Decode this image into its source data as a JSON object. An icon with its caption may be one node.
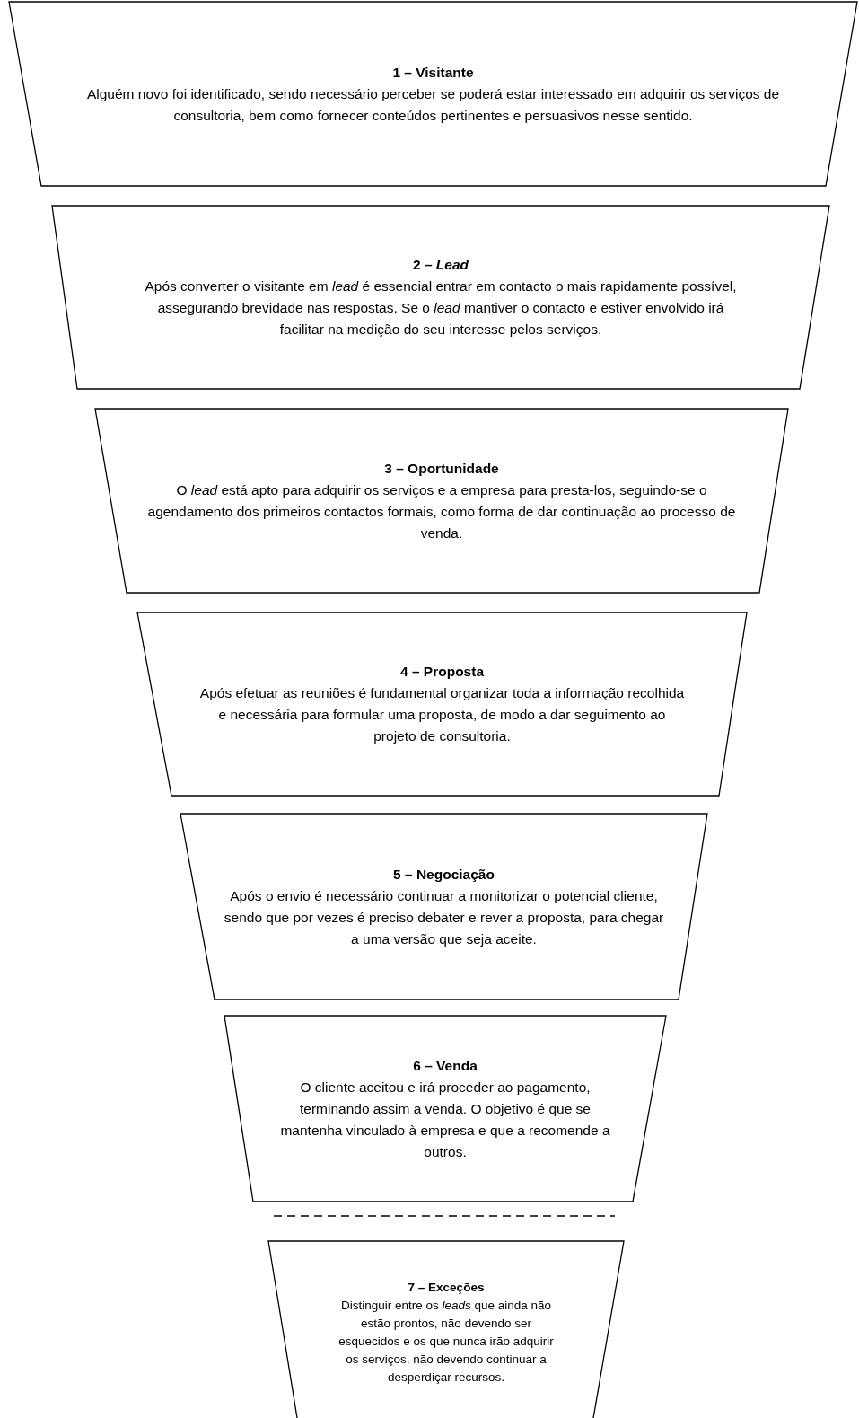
{
  "diagram": {
    "nodes": [
      {
        "text": [
          "1 – Visitante",
          "Alguém novo foi identificado, sendo necessário perceber se poderá estar interessado em adquirir os serviços de consultoria, bem como fornecer conteúdos pertinentes e persuasivos nesse sentido."
        ]
      },
      {
        "text": [
          "2 – *Lead*",
          "Após converter o visitante em *lead* é essencial entrar em contacto o mais rapidamente possível, assegurando brevidade nas respostas. Se o *lead* mantiver o contacto e estiver envolvido irá facilitar na medição do seu interesse pelos serviços."
        ]
      },
      {
        "text": [
          "3 – Oportunidade",
          "O *lead* está apto para adquirir os serviços e a empresa para presta-los, seguindo-se o agendamento dos primeiros contactos formais, como forma de dar continuação ao processo de venda."
        ]
      },
      {
        "text": [
          "4 – Proposta",
          "Após efetuar as reuniões é fundamental organizar toda a informação recolhida e necessária para formular uma proposta, de modo a dar seguimento ao projeto de consultoria."
        ]
      },
      {
        "text": [
          "5 – Negociação",
          "Após o envio é necessário continuar a monitorizar o potencial cliente, sendo que por vezes é preciso debater e rever a proposta, para chegar a uma versão que seja aceite."
        ]
      },
      {
        "text": [
          "6 – Venda",
          "O cliente aceitou e irá proceder ao pagamento, terminando assim a venda. O objetivo é que se mantenha vinculado à empresa e que a recomende a outros."
        ]
      },
      {
        "text": [
          "7 – Exceções",
          "Distinguir entre os *leads* que ainda não estão prontos, não devendo ser esquecidos e os que nunca irão adquirir os serviços, não devendo continuar a desperdiçar recursos."
        ]
      }
    ]
  }
}
